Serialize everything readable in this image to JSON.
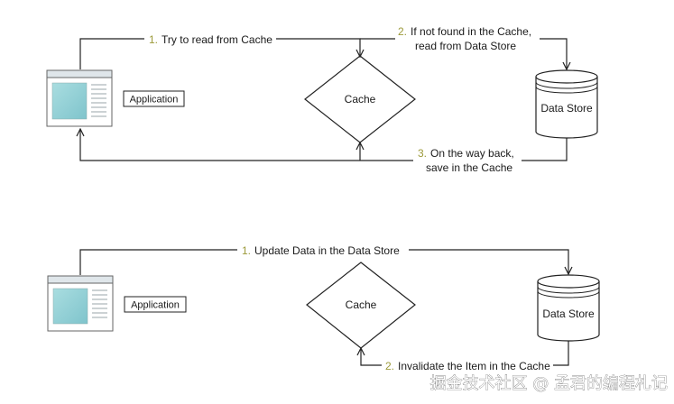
{
  "top": {
    "app_label": "Application",
    "cache_label": "Cache",
    "store_label": "Data Store",
    "step1": {
      "num": "1.",
      "text": "Try to read from Cache"
    },
    "step2": {
      "num": "2.",
      "line1": "If not found in the Cache,",
      "line2": "read from Data Store"
    },
    "step3": {
      "num": "3.",
      "line1": "On the way back,",
      "line2": "save in the Cache"
    }
  },
  "bottom": {
    "app_label": "Application",
    "cache_label": "Cache",
    "store_label": "Data Store",
    "step1": {
      "num": "1.",
      "text": "Update Data in the Data Store"
    },
    "step2": {
      "num": "2.",
      "text": "Invalidate the Item in the Cache"
    }
  },
  "watermark": "掘金技术社区 @ 孟君的编程札记"
}
